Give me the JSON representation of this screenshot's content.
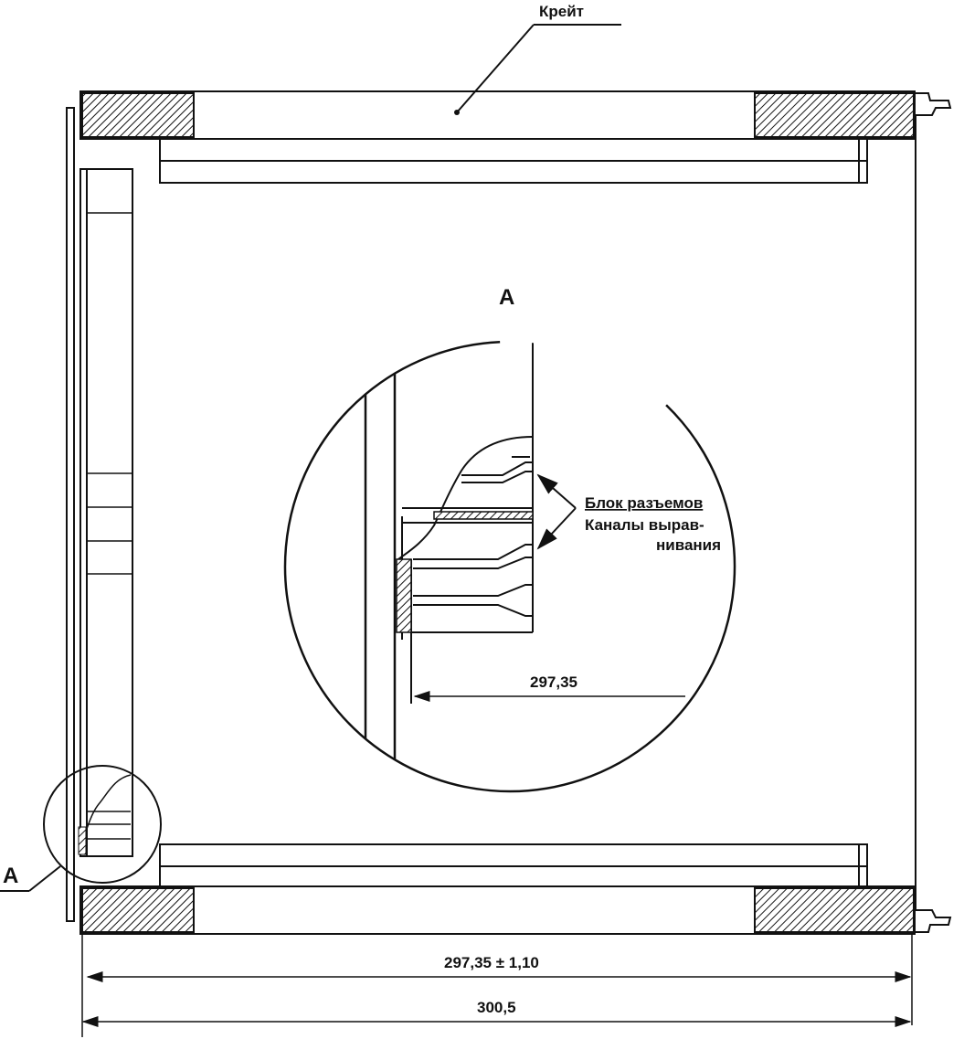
{
  "labels": {
    "crate": "Крейт",
    "detail_mark_center": "А",
    "detail_mark_left": "А",
    "connector_block": "Блок разъемов",
    "alignment_channels_line1": "Каналы вырав-",
    "alignment_channels_line2": "нивания"
  },
  "dimensions": {
    "detail_offset": "297,35",
    "inner_width": "297,35 ± 1,10",
    "outer_width": "300,5"
  },
  "colors": {
    "ink": "#111111",
    "paper": "#ffffff"
  }
}
